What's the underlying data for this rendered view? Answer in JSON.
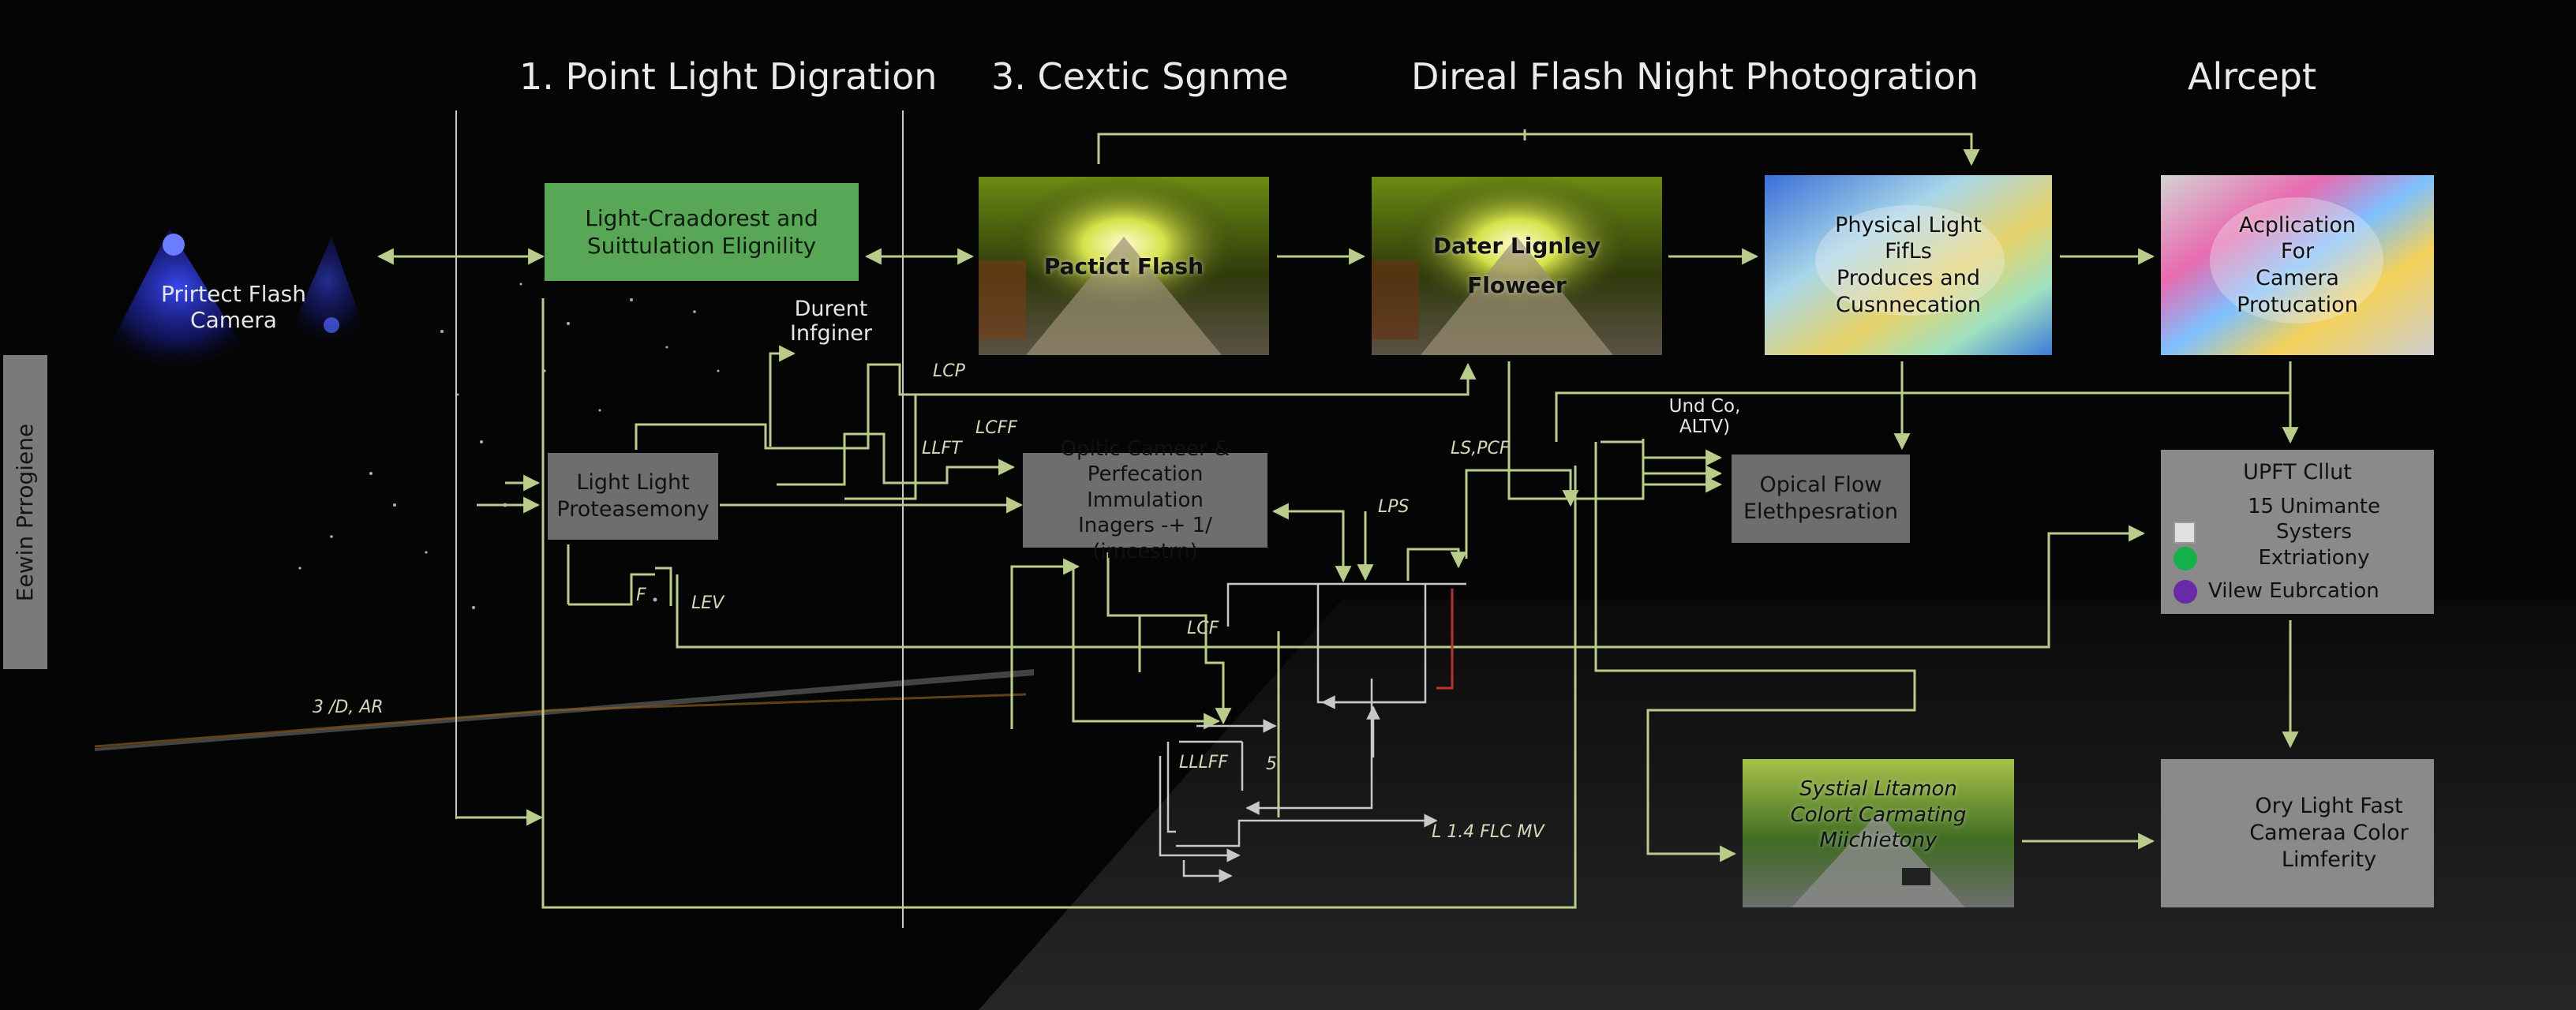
{
  "headers": {
    "h1": "1. Point Light Digration",
    "h2": "3. Cextic Sgnme",
    "h3": "Direal Flash Night Photogration",
    "h4": "Alrcept"
  },
  "sidebar": {
    "label": "Eewin Prrogiene"
  },
  "nodes": {
    "camera": "Prirtect Flash\nCamera",
    "green_box": "Light-Craadorest and\nSuittulation Elignility",
    "durent": "Durent\nInfginer",
    "light_box": "Light Light\nProteasemony",
    "pactict_flash": "Pactict Flash",
    "dater": "Dater Lignley\nFloweer",
    "physical": "Physical Light\nFifLs\nProduces and\nCusnnecation",
    "application": "Acplication\nFor\nCamera\nProtucation",
    "opitic": "Opitic Cameer &\nPerfecation Immulation\nInagers -+ 1/ (imcestrn)",
    "und_co": "Und Co,\nALTV)",
    "opical_flow": "Opical Flow\nElethpesration",
    "systial": "Systial Litamon\nColort Carmating\nMiichietony",
    "oryligt": "Ory Light Fast\nCameraa  Color\nLimferity"
  },
  "legend": {
    "title": "UPFT Cllut",
    "items": [
      {
        "label": "15 Unimante Systers\nExtriationy",
        "kind": "square"
      },
      {
        "label": "Vilew Eubrcation",
        "kind": "dot",
        "color": "#6a2aa8"
      }
    ],
    "extra_dot_color": "#14b14a"
  },
  "edge_labels": {
    "lcp": "LCP",
    "lcff": "LCFF",
    "llft": "LLFT",
    "lspcf": "LS,PCF",
    "lps": "LPS",
    "lcf": "LCF",
    "f": "F",
    "lev": "LEV",
    "dar": "3 /D, AR",
    "lllff": "LLLFF",
    "five": "5",
    "l14": "L 1.4 FLC MV"
  },
  "colors": {
    "line": "#b9cc8a",
    "arrow_red": "#c0302a",
    "grey_line": "#c8c8c8",
    "green_box": "#58a756"
  }
}
